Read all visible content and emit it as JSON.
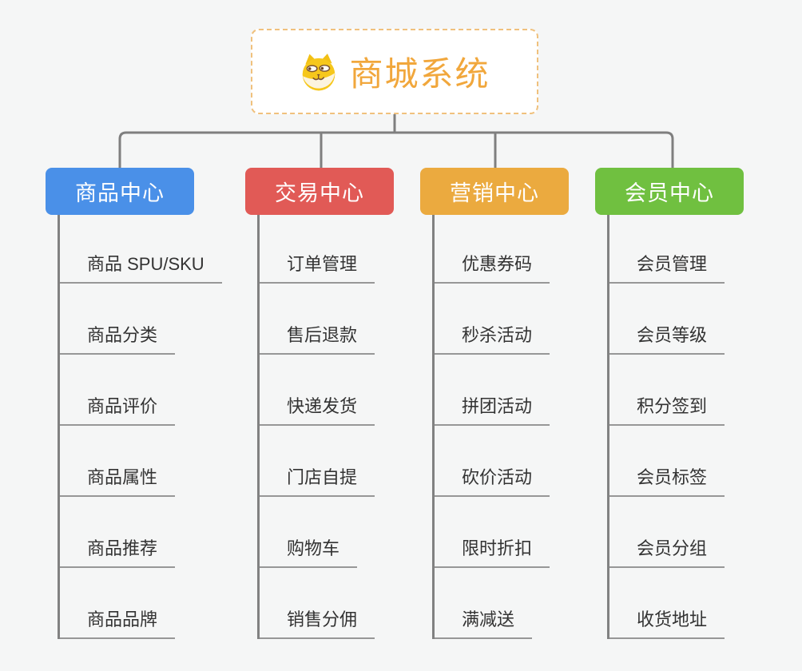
{
  "canvas": {
    "background": "#f5f6f6",
    "connector_color": "#7f7f7f",
    "leaf_line_color": "#979797",
    "leaf_text_color": "#333333"
  },
  "root": {
    "title": "商城系统",
    "icon": "dog-face-icon",
    "text_color": "#f1a73c",
    "border_color": "#f0c17d",
    "background": "#ffffff"
  },
  "branches": [
    {
      "label": "商品中心",
      "color": "#4a90e8",
      "children": [
        "商品 SPU/SKU",
        "商品分类",
        "商品评价",
        "商品属性",
        "商品推荐",
        "商品品牌"
      ]
    },
    {
      "label": "交易中心",
      "color": "#e15a56",
      "children": [
        "订单管理",
        "售后退款",
        "快递发货",
        "门店自提",
        "购物车",
        "销售分佣"
      ]
    },
    {
      "label": "营销中心",
      "color": "#ebaa3f",
      "children": [
        "优惠券码",
        "秒杀活动",
        "拼团活动",
        "砍价活动",
        "限时折扣",
        "满减送"
      ]
    },
    {
      "label": "会员中心",
      "color": "#70c040",
      "children": [
        "会员管理",
        "会员等级",
        "积分签到",
        "会员标签",
        "会员分组",
        "收货地址"
      ]
    }
  ]
}
